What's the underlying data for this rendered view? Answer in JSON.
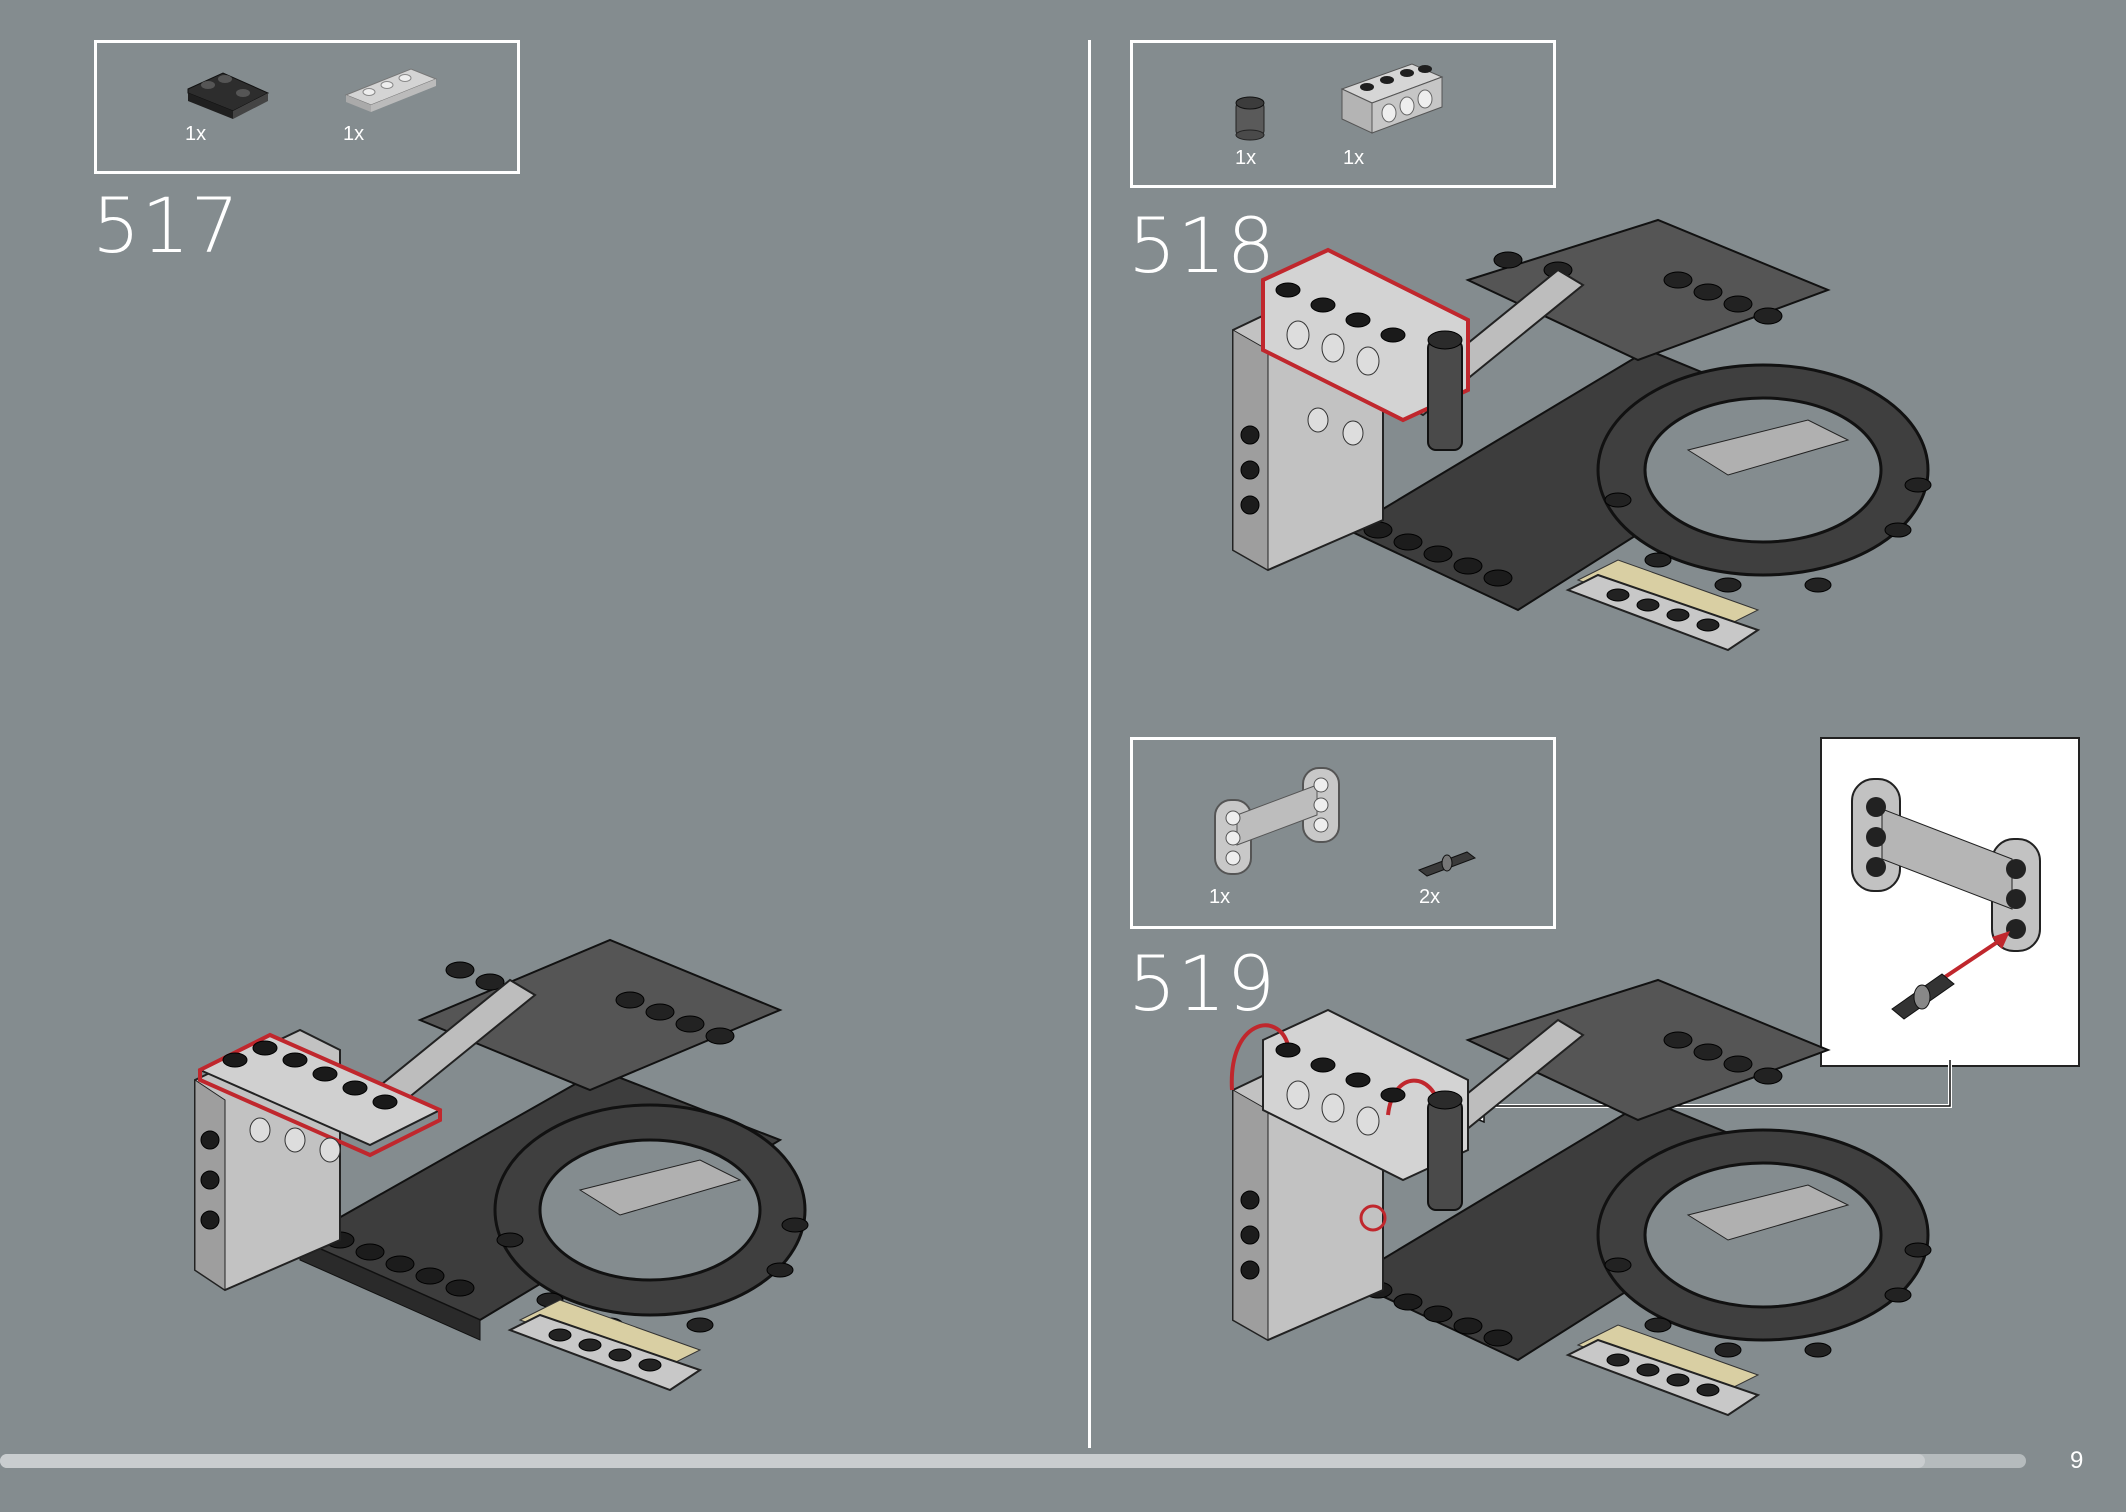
{
  "page": {
    "number": "9",
    "progress_percent": 95
  },
  "steps": [
    {
      "number": "517",
      "parts": [
        {
          "name": "dark gray corner plate",
          "qty": "1x"
        },
        {
          "name": "light gray plate 1x4",
          "qty": "1x"
        }
      ]
    },
    {
      "number": "518",
      "parts": [
        {
          "name": "dark gray round brick",
          "qty": "1x"
        },
        {
          "name": "light gray technic brick 1x4",
          "qty": "1x"
        }
      ]
    },
    {
      "number": "519",
      "parts": [
        {
          "name": "light gray technic frame",
          "qty": "1x"
        },
        {
          "name": "dark gray technic pin",
          "qty": "2x"
        }
      ]
    }
  ],
  "colors": {
    "background": "#848c8f",
    "highlight": "#c0272d",
    "dark_brick": "#3a3a3a",
    "light_brick": "#c4c4c4",
    "tan": "#d9cfa3"
  }
}
